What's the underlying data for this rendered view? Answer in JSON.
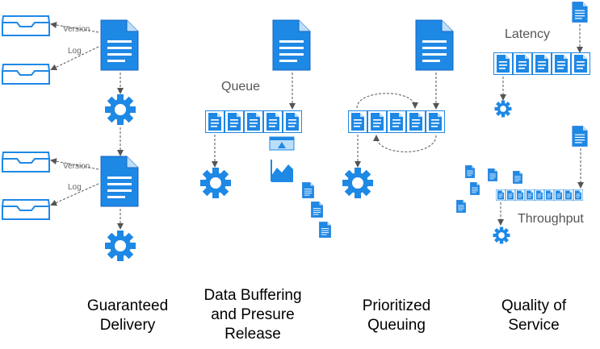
{
  "columns": [
    {
      "title_lines": [
        "Guaranteed",
        "Delivery"
      ]
    },
    {
      "title_lines": [
        "Data Buffering",
        "and Presure",
        "Release"
      ]
    },
    {
      "title_lines": [
        "Prioritized",
        "Queuing"
      ]
    },
    {
      "title_lines": [
        "Quality of",
        "Service"
      ]
    }
  ],
  "guaranteed": {
    "version_label": "Version",
    "log_label": "Log"
  },
  "buffering": {
    "queue_label": "Queue"
  },
  "qos": {
    "latency_label": "Latency",
    "throughput_label": "Throughput"
  },
  "colors": {
    "primary": "#1e88e5",
    "light": "#bbdefb",
    "arrow": "#555555"
  }
}
